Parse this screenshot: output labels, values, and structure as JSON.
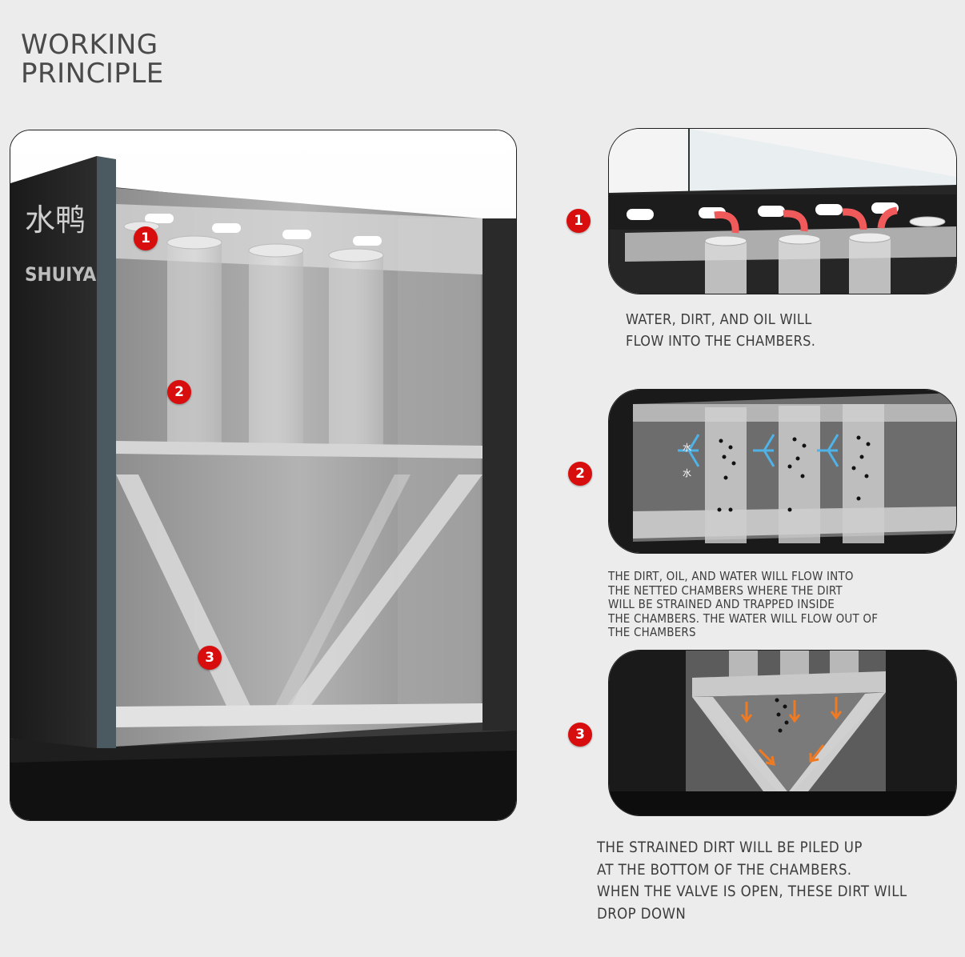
{
  "header": {
    "title_line1": "WORKING",
    "title_line2": "PRINCIPLE"
  },
  "product": {
    "brand_logo_cjk": "水鸭",
    "brand_name": "SHUIYA"
  },
  "main_markers": [
    "1",
    "2",
    "3"
  ],
  "steps": [
    {
      "number": "1",
      "caption": "WATER, DIRT, AND OIL WILL\nFLOW INTO THE CHAMBERS."
    },
    {
      "number": "2",
      "caption": "THE DIRT, OIL, AND WATER WILL FLOW INTO\nTHE NETTED CHAMBERS WHERE THE DIRT\nWILL BE STRAINED AND TRAPPED INSIDE\nTHE CHAMBERS. THE WATER WILL FLOW OUT OF\nTHE CHAMBERS",
      "water_glyph": "水"
    },
    {
      "number": "3",
      "caption": "THE STRAINED DIRT WILL BE PILED UP\nAT THE BOTTOM OF THE CHAMBERS.\nWHEN THE VALVE IS OPEN, THESE DIRT WILL\nDROP DOWN"
    }
  ],
  "colors": {
    "marker_red": "#d80d0d",
    "flow_red": "#f05a5a",
    "water_blue": "#4fb3e8",
    "dirt_orange": "#f07a22",
    "background": "#ececec"
  }
}
